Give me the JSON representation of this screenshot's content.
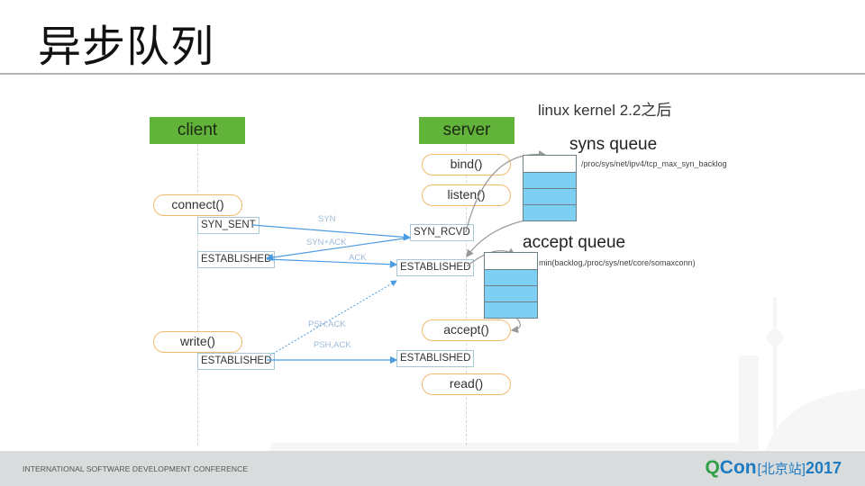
{
  "slide": {
    "title": "异步队列",
    "kernel_note": "linux  kernel 2.2之后"
  },
  "actors": {
    "client": "client",
    "server": "server"
  },
  "client_calls": {
    "connect": "connect()",
    "write": "write()"
  },
  "server_calls": {
    "bind": "bind()",
    "listen": "listen()",
    "accept": "accept()",
    "read": "read()"
  },
  "client_states": {
    "syn_sent": "SYN_SENT",
    "established_1": "ESTABLISHED",
    "established_2": "ESTABLISHED"
  },
  "server_states": {
    "syn_rcvd": "SYN_RCVD",
    "established_1": "ESTABLISHED",
    "established_2": "ESTABLISHED"
  },
  "messages": {
    "syn": "SYN",
    "syn_ack": "SYN+ACK",
    "ack": "ACK",
    "psh_ack_dotted": "PSH,ACK",
    "psh_ack": "PSH,ACK"
  },
  "queues": {
    "syns": {
      "title": "syns queue",
      "param": "/proc/sys/net/ipv4/tcp_max_syn_backlog",
      "slots_total": 4,
      "slots_filled": 3
    },
    "accept": {
      "title": "accept queue",
      "param": "min(backlog,/proc/sys/net/core/somaxconn)",
      "slots_total": 4,
      "slots_filled": 3
    }
  },
  "footer": {
    "conference": "INTERNATIONAL SOFTWARE DEVELOPMENT CONFERENCE",
    "brand_q": "Q",
    "brand_con": "Con",
    "brand_city": "[北京站]",
    "brand_year": "2017"
  },
  "colors": {
    "actor_bg": "#62b33a",
    "call_border": "#f1b96e",
    "queue_fill": "#7dd0f4",
    "arrow": "#4b9be0",
    "footer_bg": "#d9dcdd",
    "brand_green": "#2fa046",
    "brand_blue": "#1d7cc1"
  }
}
